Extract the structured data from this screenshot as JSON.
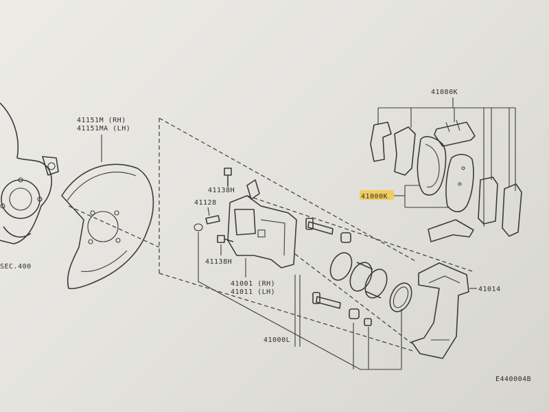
{
  "diagram": {
    "code": "E440004B",
    "highlight_color": "#f6c84a",
    "labels": {
      "splash_shield": [
        "41151M (RH)",
        "41151MA (LH)"
      ],
      "bolt_upper": "41138H",
      "bleeder": "41128",
      "bolt_lower": "41138H",
      "caliper": [
        "41001 (RH)",
        "41011 (LH)"
      ],
      "kit_l": "41000L",
      "hardware_kit": "41080K",
      "pad_kit": "41000K",
      "torque_member": "41014",
      "knuckle_ref": "SEC.400"
    }
  }
}
